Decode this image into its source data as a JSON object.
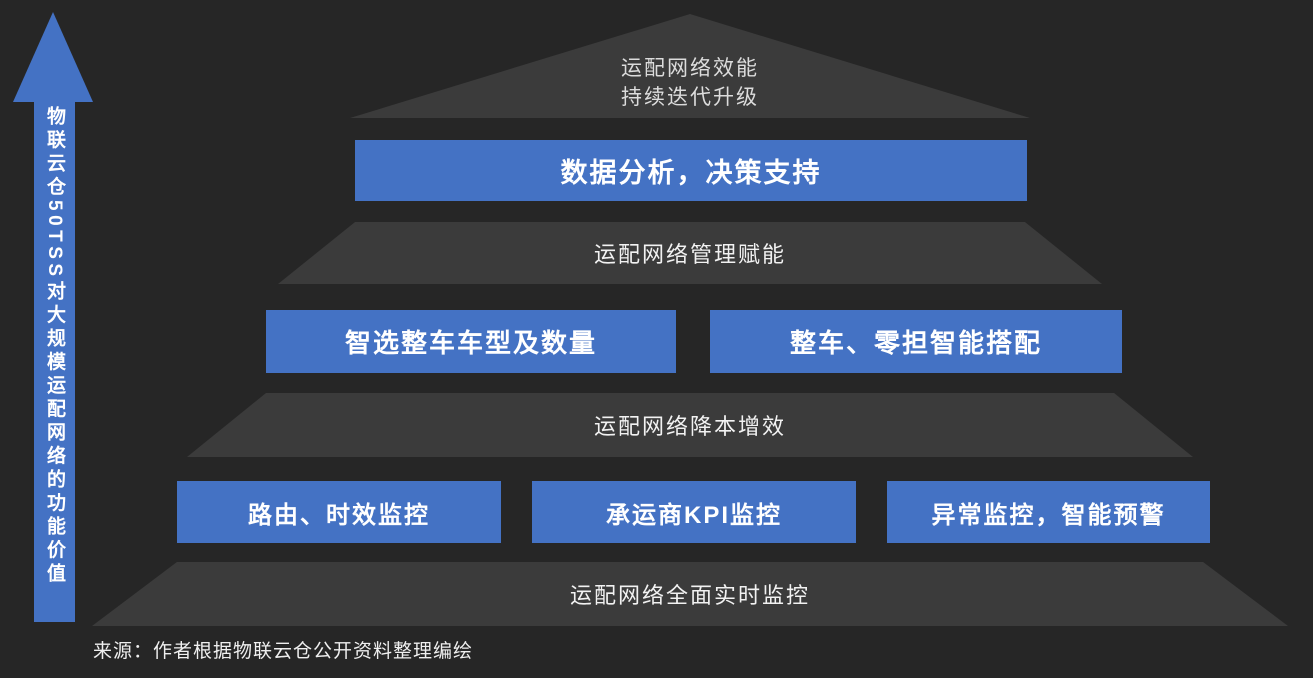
{
  "colors": {
    "background": "#262626",
    "band_gray": "#3B3B3B",
    "accent_blue": "#4472C4",
    "text": "#FFFFFF"
  },
  "arrow": {
    "label": "物联云仓50TSS对大规模运配网络的功能价值"
  },
  "apex": {
    "line1": "运配网络效能",
    "line2": "持续迭代升级"
  },
  "levels": [
    {
      "band": "运配网络管理赋能",
      "boxes": [
        "数据分析，决策支持"
      ]
    },
    {
      "band": "运配网络降本增效",
      "boxes": [
        "智选整车车型及数量",
        "整车、零担智能搭配"
      ]
    },
    {
      "band": "运配网络全面实时监控",
      "boxes": [
        "路由、时效监控",
        "承运商KPI监控",
        "异常监控，智能预警"
      ]
    }
  ],
  "source_note": "来源：作者根据物联云仓公开资料整理编绘"
}
